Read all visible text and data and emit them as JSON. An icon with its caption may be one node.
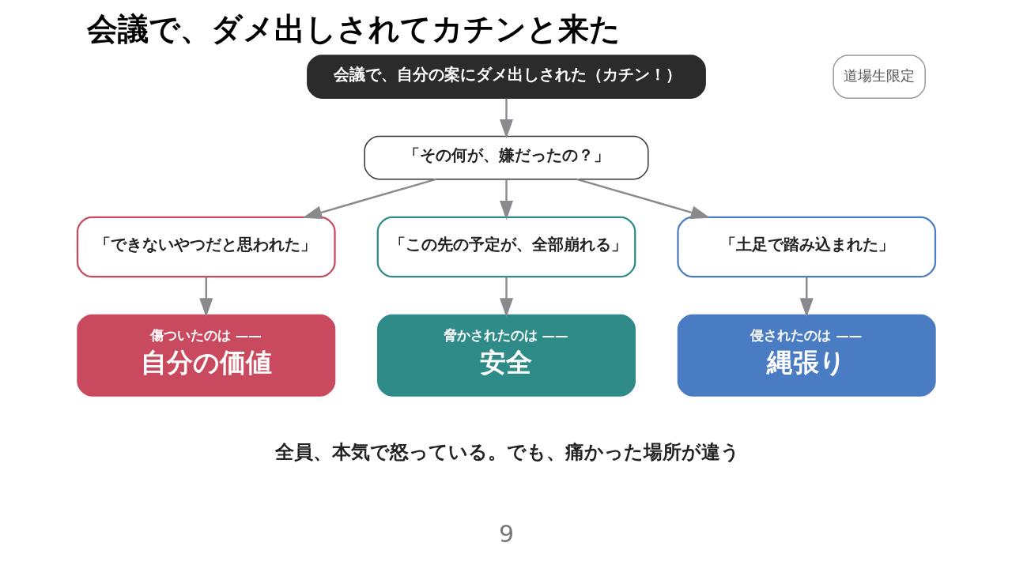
{
  "diagram": {
    "title": "会議で、ダメ出しされてカチンと来た",
    "nodes": [
      {
        "text": [
          "会議で、自分の案にダメ出しされた（カチン！）"
        ]
      },
      {
        "text": [
          "「その何が、嫌だったの？」"
        ]
      },
      {
        "text": [
          "「できないやつだと思われた」"
        ]
      },
      {
        "text": [
          "「この先の予定が、全部崩れる」"
        ]
      },
      {
        "text": [
          "「土足で踏み込まれた」"
        ]
      },
      {
        "text": [
          "傷ついたのは ——",
          "自分の価値"
        ]
      },
      {
        "text": [
          "脅かされたのは ——",
          "安全"
        ]
      },
      {
        "text": [
          "侵されたのは ——",
          "縄張り"
        ]
      }
    ],
    "edges": [
      {
        "from": 0,
        "to": 1,
        "arrow": "to"
      },
      {
        "from": 1,
        "to": 2,
        "arrow": "to"
      },
      {
        "from": 1,
        "to": 3,
        "arrow": "to"
      },
      {
        "from": 1,
        "to": 4,
        "arrow": "to"
      },
      {
        "from": 2,
        "to": 5,
        "arrow": "to"
      },
      {
        "from": 3,
        "to": 6,
        "arrow": "to"
      },
      {
        "from": 4,
        "to": 7,
        "arrow": "to"
      }
    ],
    "labels": [
      "道場生限定",
      "全員、本気で怒っている。でも、痛かった場所が違う",
      "9"
    ]
  }
}
